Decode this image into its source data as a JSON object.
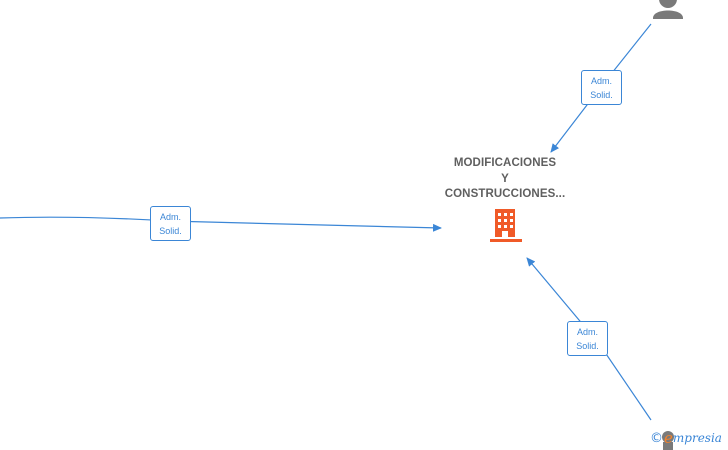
{
  "center_company": {
    "name_lines": [
      "MODIFICACIONES",
      "Y",
      "CONSTRUCCIONES..."
    ],
    "icon": "building-icon",
    "color": "#f05a28"
  },
  "relations": [
    {
      "id": "top",
      "label_line1": "Adm.",
      "label_line2": "Solid.",
      "from": "person-icon"
    },
    {
      "id": "left",
      "label_line1": "Adm.",
      "label_line2": "Solid.",
      "from": "offscreen"
    },
    {
      "id": "bottom",
      "label_line1": "Adm.",
      "label_line2": "Solid.",
      "from": "person-icon"
    }
  ],
  "watermark": {
    "copyright": "©",
    "brand_initial": "e",
    "brand_rest": "mpresia"
  },
  "colors": {
    "edge": "#3b86d6",
    "person": "#7a7a7a",
    "company": "#f05a28",
    "title_text": "#5f5f5f"
  }
}
